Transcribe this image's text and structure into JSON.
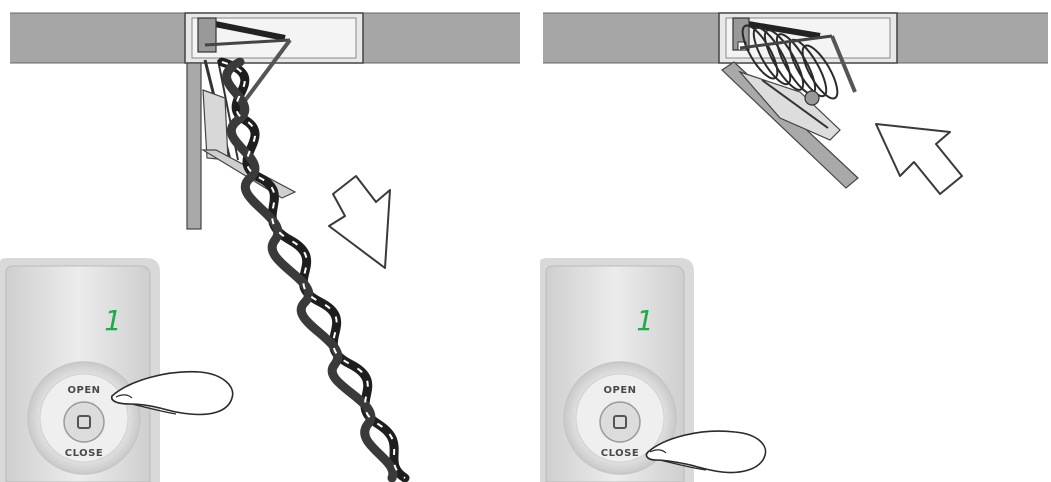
{
  "panels": [
    {
      "id": "open",
      "display_digit": "1",
      "remote_labels": {
        "open": "OPEN",
        "close": "CLOSE"
      },
      "pressed_button": "OPEN",
      "arrow_direction": "down",
      "stair_state": "open"
    },
    {
      "id": "close",
      "display_digit": "1",
      "remote_labels": {
        "open": "OPEN",
        "close": "CLOSE"
      },
      "pressed_button": "CLOSE",
      "arrow_direction": "up",
      "stair_state": "closing"
    }
  ],
  "colors": {
    "ceiling": "#a6a6a6",
    "remote_face": "#e6e6e6",
    "display_digit": "#22a94a",
    "outline": "#333333"
  }
}
